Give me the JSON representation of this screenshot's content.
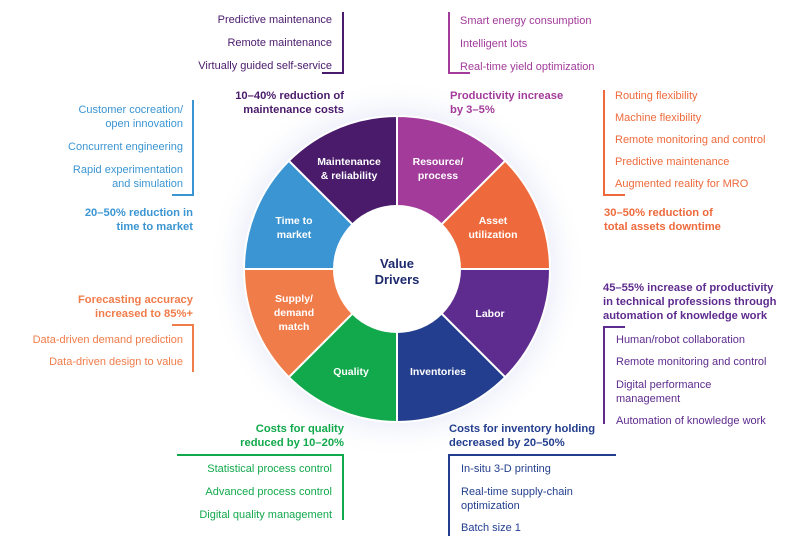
{
  "center": {
    "line1": "Value",
    "line2": "Drivers"
  },
  "segments": [
    {
      "l1": "Maintenance",
      "l2": "& reliability"
    },
    {
      "l1": "Resource/",
      "l2": "process"
    },
    {
      "l1": "Asset",
      "l2": "utilization"
    },
    {
      "l1": "Labor",
      "l2": ""
    },
    {
      "l1": "Inventories",
      "l2": ""
    },
    {
      "l1": "Quality",
      "l2": ""
    },
    {
      "l1": "Supply/",
      "l2": "demand",
      "l3": "match"
    },
    {
      "l1": "Time to",
      "l2": "market"
    }
  ],
  "maintenance": {
    "items": [
      "Predictive maintenance",
      "Remote maintenance",
      "Virtually guided self-service"
    ],
    "headline": [
      "10–40% reduction of",
      "maintenance costs"
    ]
  },
  "resource": {
    "items": [
      "Smart energy consumption",
      "Intelligent lots",
      "Real-time yield optimization"
    ],
    "headline": [
      "Productivity increase",
      "by 3–5%"
    ]
  },
  "asset": {
    "items": [
      "Routing flexibility",
      "Machine flexibility",
      "Remote monitoring and control",
      "Predictive maintenance",
      "Augmented reality for MRO"
    ],
    "headline": [
      "30–50% reduction of",
      "total assets downtime"
    ]
  },
  "time": {
    "items": [
      "Customer cocreation/",
      "open innovation",
      "Concurrent engineering",
      "Rapid experimentation",
      "and simulation"
    ],
    "headline": [
      "20–50% reduction in",
      "time to market"
    ]
  },
  "labor": {
    "headline": [
      "45–55% increase of productivity",
      "in technical professions through",
      "automation of knowledge work"
    ],
    "items": [
      "Human/robot collaboration",
      "Remote monitoring and control",
      "Digital performance",
      "management",
      "Automation of knowledge work"
    ]
  },
  "supply": {
    "headline": [
      "Forecasting accuracy",
      "increased to 85%+"
    ],
    "items": [
      "Data-driven demand prediction",
      "Data-driven design to value"
    ]
  },
  "quality": {
    "headline": [
      "Costs for quality",
      "reduced by 10–20%"
    ],
    "items": [
      "Statistical process control",
      "Advanced process control",
      "Digital quality management"
    ]
  },
  "inventory": {
    "headline": [
      "Costs for inventory holding",
      "decreased by 20–50%"
    ],
    "items": [
      "In-situ 3-D printing",
      "Real-time supply-chain",
      "optimization",
      "Batch size 1"
    ]
  },
  "colors": {
    "maintenance": "#4a1a6b",
    "resource": "#a23b9a",
    "asset": "#ee6a3c",
    "labor": "#5e2b8e",
    "inventory": "#233e8e",
    "quality": "#12a94c",
    "supply": "#f07c4a",
    "time": "#3b95d2",
    "center_text": "#1e2a6e"
  }
}
